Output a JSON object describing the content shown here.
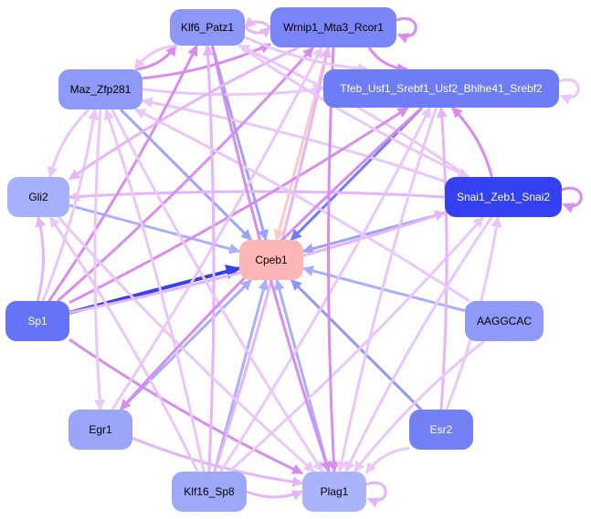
{
  "graph": {
    "nodes": [
      {
        "id": "Klf6_Patz1",
        "label": "Klf6_Patz1",
        "color": "#8c97f8",
        "text": "#000000"
      },
      {
        "id": "Wrnip1_Mta3_Rcor1",
        "label": "Wrnip1_Mta3_Rcor1",
        "color": "#7a86f7",
        "text": "#000000"
      },
      {
        "id": "Maz_Zfp281",
        "label": "Maz_Zfp281",
        "color": "#8f9af8",
        "text": "#000000"
      },
      {
        "id": "Tfeb_Usf1_Srebf1_Usf2_Bhlhe41_Srebf2",
        "label": "Tfeb_Usf1_Srebf1_Usf2_Bhlhe41_Srebf2",
        "color": "#6e7cf6",
        "text": "#ffffff"
      },
      {
        "id": "Gli2",
        "label": "Gli2",
        "color": "#a7b0fa",
        "text": "#000000"
      },
      {
        "id": "Snai1_Zeb1_Snai2",
        "label": "Snai1_Zeb1_Snai2",
        "color": "#3441f1",
        "text": "#ffffff"
      },
      {
        "id": "Cpeb1",
        "label": "Cpeb1",
        "color": "#ffb6b6",
        "text": "#000000"
      },
      {
        "id": "Sp1",
        "label": "Sp1",
        "color": "#6673f6",
        "text": "#ffffff"
      },
      {
        "id": "AAGGCAC",
        "label": "AAGGCAC",
        "color": "#8f9af8",
        "text": "#000000"
      },
      {
        "id": "Egr1",
        "label": "Egr1",
        "color": "#9ba5f9",
        "text": "#000000"
      },
      {
        "id": "Esr2",
        "label": "Esr2",
        "color": "#7380f6",
        "text": "#ffffff"
      },
      {
        "id": "Klf16_Sp8",
        "label": "Klf16_Sp8",
        "color": "#9ea8f9",
        "text": "#000000"
      },
      {
        "id": "Plag1",
        "label": "Plag1",
        "color": "#abb3fa",
        "text": "#000000"
      }
    ],
    "edges": [
      {
        "from": "Sp1",
        "to": "Cpeb1",
        "color": "#3441f1",
        "kind": "regulates-target"
      },
      {
        "from": "Snai1_Zeb1_Snai2",
        "to": "Cpeb1",
        "color": "#9aa4f9",
        "kind": "regulates-target"
      },
      {
        "from": "Tfeb_Usf1_Srebf1_Usf2_Bhlhe41_Srebf2",
        "to": "Cpeb1",
        "color": "#6e7cf6",
        "kind": "regulates-target"
      },
      {
        "from": "Wrnip1_Mta3_Rcor1",
        "to": "Cpeb1",
        "color": "#ffc8c0",
        "kind": "regulates-target"
      },
      {
        "from": "Klf6_Patz1",
        "to": "Cpeb1",
        "color": "#9aa4f9",
        "kind": "regulates-target"
      },
      {
        "from": "Maz_Zfp281",
        "to": "Cpeb1",
        "color": "#9aa4f9",
        "kind": "regulates-target"
      },
      {
        "from": "Gli2",
        "to": "Cpeb1",
        "color": "#a7b0fa",
        "kind": "regulates-target"
      },
      {
        "from": "AAGGCAC",
        "to": "Cpeb1",
        "color": "#a7b0fa",
        "kind": "regulates-target"
      },
      {
        "from": "Esr2",
        "to": "Cpeb1",
        "color": "#8c97f8",
        "kind": "regulates-target"
      },
      {
        "from": "Egr1",
        "to": "Cpeb1",
        "color": "#a7b0fa",
        "kind": "regulates-target"
      },
      {
        "from": "Klf16_Sp8",
        "to": "Cpeb1",
        "color": "#a7b0fa",
        "kind": "regulates-target"
      },
      {
        "from": "Plag1",
        "to": "Cpeb1",
        "color": "#a7b0fa",
        "kind": "regulates-target"
      },
      {
        "from": "Wrnip1_Mta3_Rcor1",
        "to": "Wrnip1_Mta3_Rcor1",
        "color": "#d98cf0",
        "kind": "self"
      },
      {
        "from": "Tfeb_Usf1_Srebf1_Usf2_Bhlhe41_Srebf2",
        "to": "Tfeb_Usf1_Srebf1_Usf2_Bhlhe41_Srebf2",
        "color": "#ebc6fb",
        "kind": "self"
      },
      {
        "from": "Snai1_Zeb1_Snai2",
        "to": "Snai1_Zeb1_Snai2",
        "color": "#d98cf0",
        "kind": "self"
      },
      {
        "from": "Plag1",
        "to": "Plag1",
        "color": "#e5b4fa",
        "kind": "self"
      },
      {
        "from": "Klf6_Patz1",
        "to": "Wrnip1_Mta3_Rcor1",
        "color": "#e5b4fa",
        "kind": "tf"
      },
      {
        "from": "Wrnip1_Mta3_Rcor1",
        "to": "Tfeb_Usf1_Srebf1_Usf2_Bhlhe41_Srebf2",
        "color": "#d98cf0",
        "kind": "tf"
      },
      {
        "from": "Maz_Zfp281",
        "to": "Klf6_Patz1",
        "color": "#d98cf0",
        "kind": "tf"
      },
      {
        "from": "Maz_Zfp281",
        "to": "Tfeb_Usf1_Srebf1_Usf2_Bhlhe41_Srebf2",
        "color": "#ebc6fb",
        "kind": "tf"
      },
      {
        "from": "Maz_Zfp281",
        "to": "Wrnip1_Mta3_Rcor1",
        "color": "#d98cf0",
        "kind": "tf"
      },
      {
        "from": "Snai1_Zeb1_Snai2",
        "to": "Gli2",
        "color": "#e5b4fa",
        "kind": "tf"
      },
      {
        "from": "Snai1_Zeb1_Snai2",
        "to": "Tfeb_Usf1_Srebf1_Usf2_Bhlhe41_Srebf2",
        "color": "#d98cf0",
        "kind": "tf"
      },
      {
        "from": "Snai1_Zeb1_Snai2",
        "to": "Maz_Zfp281",
        "color": "#ebc6fb",
        "kind": "tf"
      },
      {
        "from": "Snai1_Zeb1_Snai2",
        "to": "Klf6_Patz1",
        "color": "#ebc6fb",
        "kind": "tf"
      },
      {
        "from": "Sp1",
        "to": "Gli2",
        "color": "#e5b4fa",
        "kind": "tf"
      },
      {
        "from": "Sp1",
        "to": "Maz_Zfp281",
        "color": "#ebc6fb",
        "kind": "tf"
      },
      {
        "from": "Sp1",
        "to": "Klf6_Patz1",
        "color": "#d98cf0",
        "kind": "tf"
      },
      {
        "from": "Sp1",
        "to": "Wrnip1_Mta3_Rcor1",
        "color": "#d98cf0",
        "kind": "tf"
      },
      {
        "from": "Sp1",
        "to": "Tfeb_Usf1_Srebf1_Usf2_Bhlhe41_Srebf2",
        "color": "#d98cf0",
        "kind": "tf"
      },
      {
        "from": "Sp1",
        "to": "Snai1_Zeb1_Snai2",
        "color": "#e5b4fa",
        "kind": "tf"
      },
      {
        "from": "Sp1",
        "to": "Plag1",
        "color": "#d98cf0",
        "kind": "tf"
      },
      {
        "from": "Egr1",
        "to": "Plag1",
        "color": "#e5b4fa",
        "kind": "tf"
      },
      {
        "from": "Egr1",
        "to": "Wrnip1_Mta3_Rcor1",
        "color": "#ebc6fb",
        "kind": "tf"
      },
      {
        "from": "Klf16_Sp8",
        "to": "Plag1",
        "color": "#e5b4fa",
        "kind": "tf"
      },
      {
        "from": "Klf16_Sp8",
        "to": "Gli2",
        "color": "#ebc6fb",
        "kind": "tf"
      },
      {
        "from": "Klf16_Sp8",
        "to": "Maz_Zfp281",
        "color": "#ebc6fb",
        "kind": "tf"
      },
      {
        "from": "Klf16_Sp8",
        "to": "Klf6_Patz1",
        "color": "#e5b4fa",
        "kind": "tf"
      },
      {
        "from": "Klf16_Sp8",
        "to": "Wrnip1_Mta3_Rcor1",
        "color": "#e5b4fa",
        "kind": "tf"
      },
      {
        "from": "Klf16_Sp8",
        "to": "Tfeb_Usf1_Srebf1_Usf2_Bhlhe41_Srebf2",
        "color": "#ebc6fb",
        "kind": "tf"
      },
      {
        "from": "Klf16_Sp8",
        "to": "Snai1_Zeb1_Snai2",
        "color": "#ebc6fb",
        "kind": "tf"
      },
      {
        "from": "Esr2",
        "to": "Plag1",
        "color": "#ebc6fb",
        "kind": "tf"
      },
      {
        "from": "Esr2",
        "to": "Tfeb_Usf1_Srebf1_Usf2_Bhlhe41_Srebf2",
        "color": "#e5b4fa",
        "kind": "tf"
      },
      {
        "from": "Esr2",
        "to": "Snai1_Zeb1_Snai2",
        "color": "#ebc6fb",
        "kind": "tf"
      },
      {
        "from": "AAGGCAC",
        "to": "Plag1",
        "color": "#ebc6fb",
        "kind": "tf"
      },
      {
        "from": "AAGGCAC",
        "to": "Maz_Zfp281",
        "color": "#ebc6fb",
        "kind": "tf"
      },
      {
        "from": "Maz_Zfp281",
        "to": "Plag1",
        "color": "#ebc6fb",
        "kind": "tf"
      },
      {
        "from": "Klf6_Patz1",
        "to": "Plag1",
        "color": "#d98cf0",
        "kind": "tf"
      },
      {
        "from": "Wrnip1_Mta3_Rcor1",
        "to": "Plag1",
        "color": "#d98cf0",
        "kind": "tf"
      },
      {
        "from": "Tfeb_Usf1_Srebf1_Usf2_Bhlhe41_Srebf2",
        "to": "Plag1",
        "color": "#ebc6fb",
        "kind": "tf"
      },
      {
        "from": "Snai1_Zeb1_Snai2",
        "to": "Plag1",
        "color": "#ebc6fb",
        "kind": "tf"
      },
      {
        "from": "Wrnip1_Mta3_Rcor1",
        "to": "Gli2",
        "color": "#e5b4fa",
        "kind": "tf"
      },
      {
        "from": "Wrnip1_Mta3_Rcor1",
        "to": "Klf6_Patz1",
        "color": "#e5b4fa",
        "kind": "tf"
      },
      {
        "from": "Klf6_Patz1",
        "to": "Tfeb_Usf1_Srebf1_Usf2_Bhlhe41_Srebf2",
        "color": "#ebc6fb",
        "kind": "tf"
      },
      {
        "from": "Klf6_Patz1",
        "to": "Maz_Zfp281",
        "color": "#ebc6fb",
        "kind": "tf"
      },
      {
        "from": "Klf6_Patz1",
        "to": "Snai1_Zeb1_Snai2",
        "color": "#ebc6fb",
        "kind": "tf"
      },
      {
        "from": "Maz_Zfp281",
        "to": "Gli2",
        "color": "#ebc6fb",
        "kind": "tf"
      },
      {
        "from": "Maz_Zfp281",
        "to": "Egr1",
        "color": "#ebc6fb",
        "kind": "tf"
      },
      {
        "from": "Gli2",
        "to": "Plag1",
        "color": "#ebc6fb",
        "kind": "tf"
      },
      {
        "from": "Tfeb_Usf1_Srebf1_Usf2_Bhlhe41_Srebf2",
        "to": "Egr1",
        "color": "#d98cf0",
        "kind": "tf"
      }
    ]
  }
}
